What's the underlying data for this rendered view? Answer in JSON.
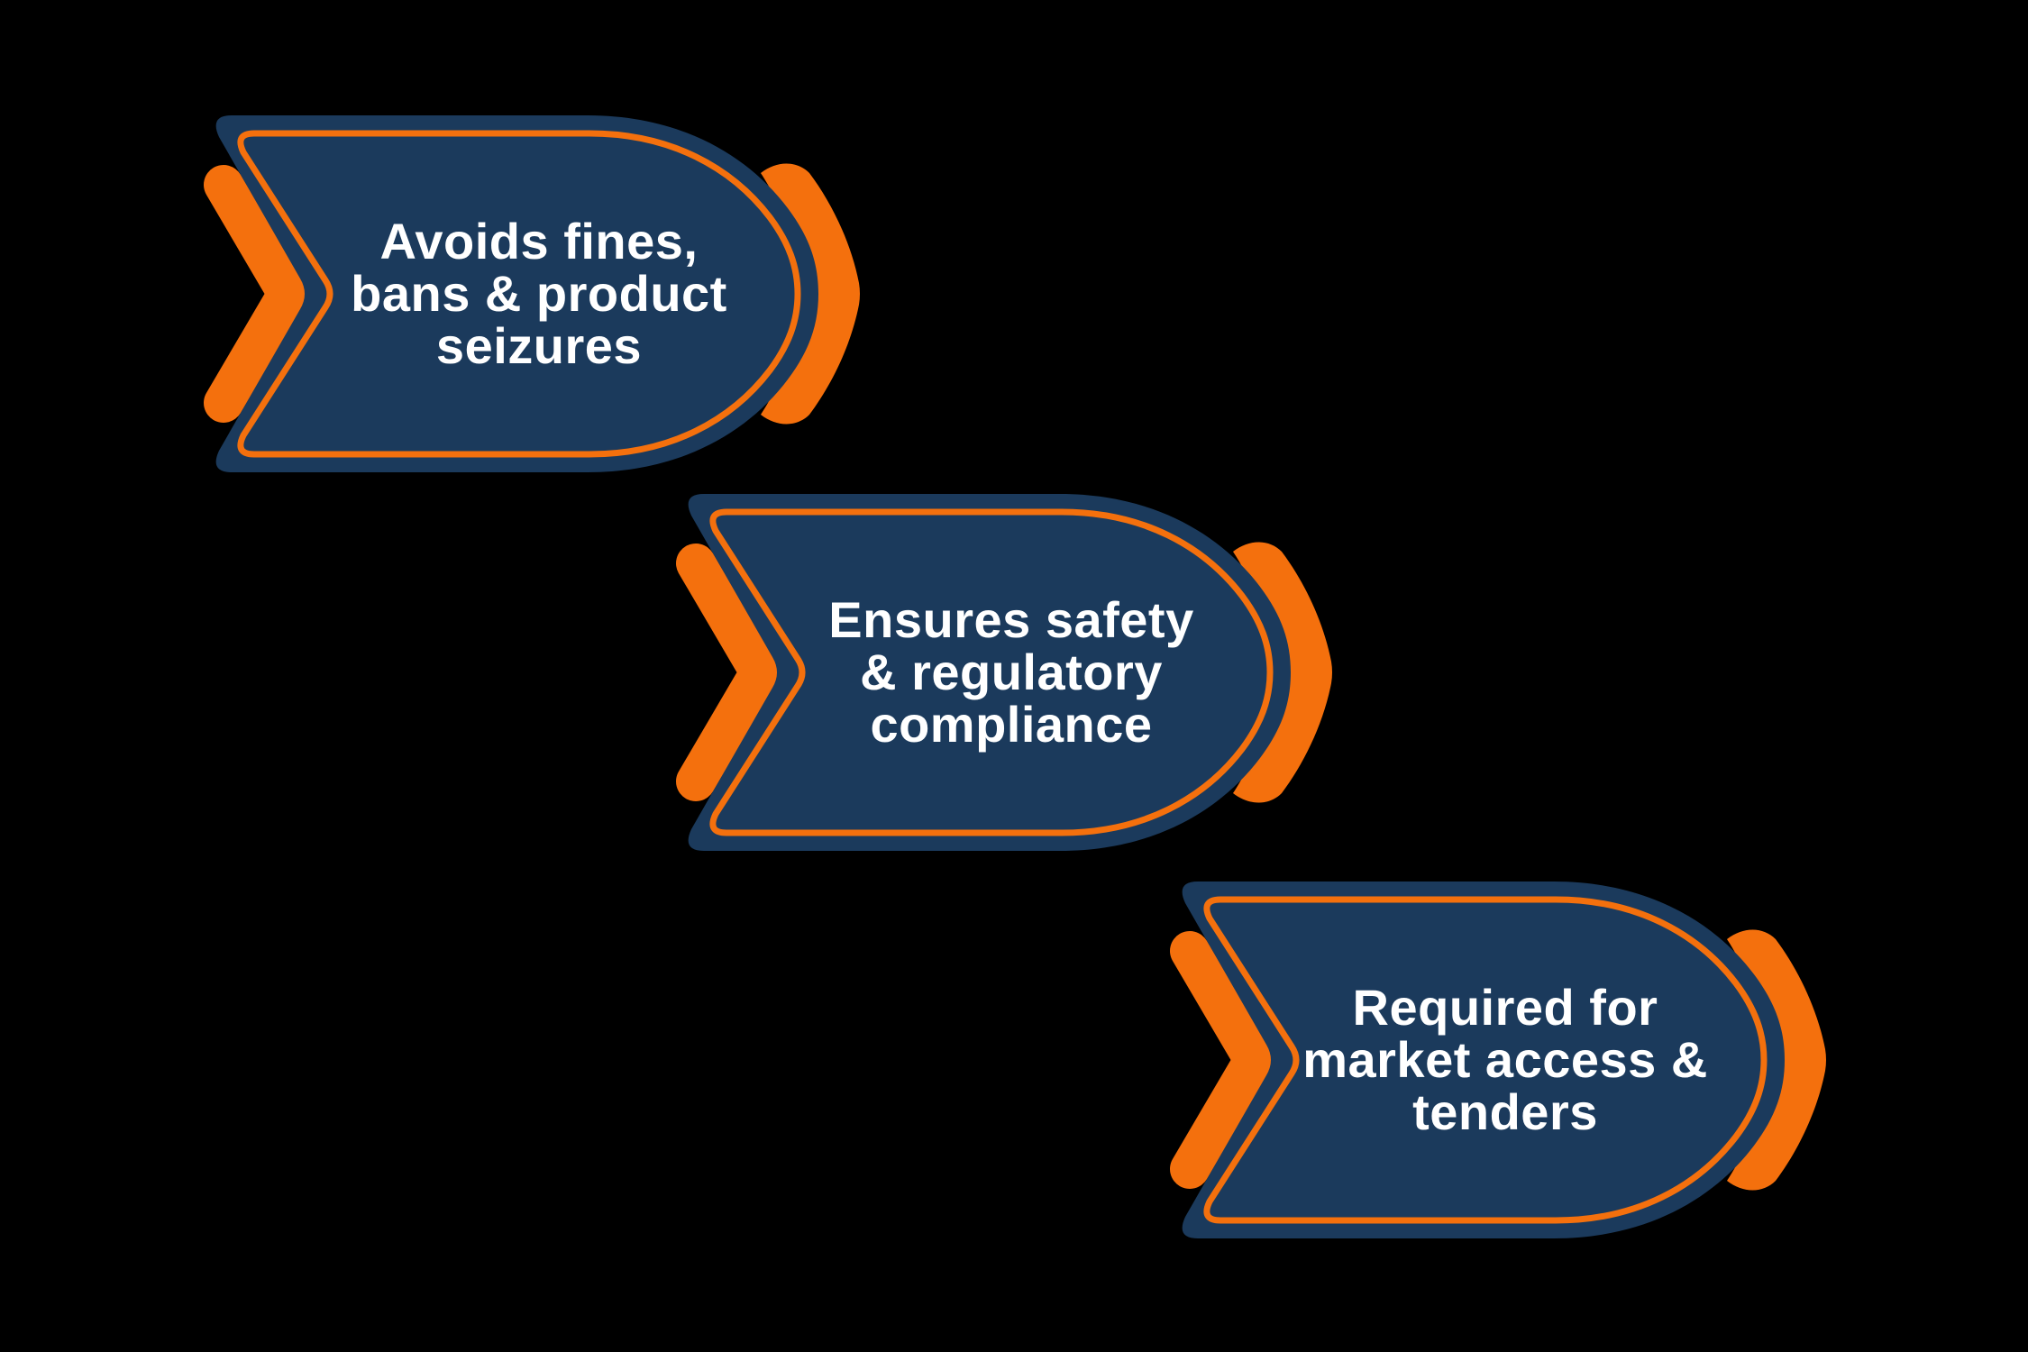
{
  "colors": {
    "background": "#000000",
    "navy": "#1B3A5C",
    "orange": "#F4700D",
    "text": "#FFFFFF"
  },
  "banners": [
    {
      "id": "benefit-1",
      "lines": [
        "Avoids fines,",
        "bans & product",
        "seizures"
      ]
    },
    {
      "id": "benefit-2",
      "lines": [
        "Ensures safety",
        "& regulatory",
        "compliance"
      ]
    },
    {
      "id": "benefit-3",
      "lines": [
        "Required for",
        "market access &",
        "tenders"
      ]
    }
  ]
}
